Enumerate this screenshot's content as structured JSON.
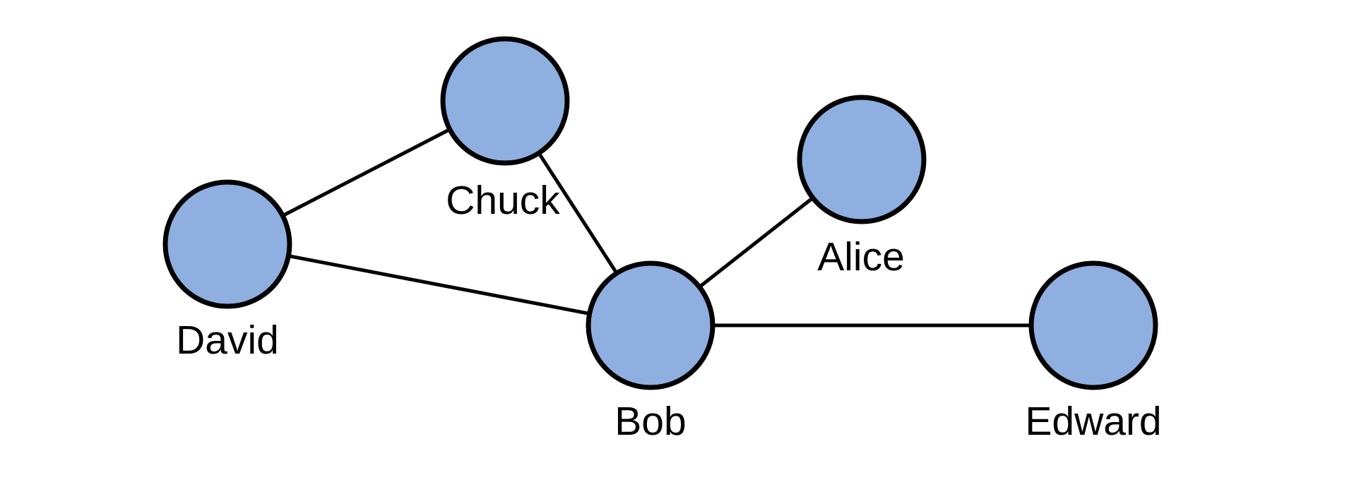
{
  "graph": {
    "node_color": "#8eafe0",
    "stroke_color": "#000000",
    "nodes": [
      {
        "id": "david",
        "label": "David"
      },
      {
        "id": "chuck",
        "label": "Chuck"
      },
      {
        "id": "bob",
        "label": "Bob"
      },
      {
        "id": "alice",
        "label": "Alice"
      },
      {
        "id": "edward",
        "label": "Edward"
      }
    ],
    "edges": [
      {
        "from": "david",
        "to": "chuck"
      },
      {
        "from": "david",
        "to": "bob"
      },
      {
        "from": "chuck",
        "to": "bob"
      },
      {
        "from": "bob",
        "to": "alice"
      },
      {
        "from": "bob",
        "to": "edward"
      }
    ]
  }
}
